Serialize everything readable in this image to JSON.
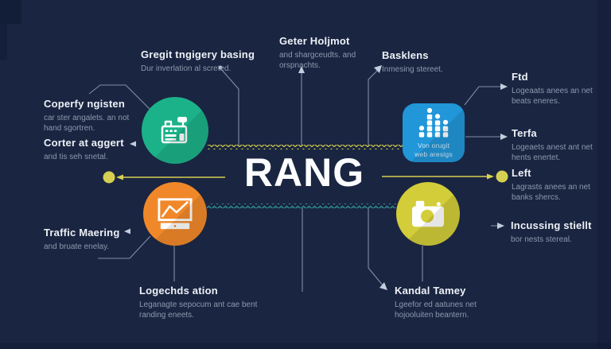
{
  "title": "RANG",
  "colors": {
    "background": "#1a2541",
    "node_teal": "#1cb289",
    "node_blue": "#2196d8",
    "node_orange": "#f0882a",
    "node_yellow": "#d2cd39",
    "accent_yellow": "#d6d052",
    "zigzag_yellow": "#cdc74a",
    "zigzag_teal": "#2f9b94",
    "connector_line": "#a9b8cf",
    "label_title": "#edf1f7",
    "label_desc": "#8d98ad"
  },
  "nodes": {
    "factory": {
      "icon": "factory-icon"
    },
    "chart": {
      "icon": "bar-chart-icon",
      "caption_line1": "Von orugit",
      "caption_line2": "web aresigs"
    },
    "monitor": {
      "icon": "line-chart-monitor-icon"
    },
    "camera": {
      "icon": "camera-icon"
    }
  },
  "labels": {
    "top_left": {
      "title": "Gregit tngigery basing",
      "desc": "Dur inverlation al screted."
    },
    "top_mid": {
      "title": "Geter Holjmot",
      "desc": "and shargceudts. and orspnachts."
    },
    "top_right": {
      "title": "Basklens",
      "desc": "Inmesing stereet."
    },
    "left_1": {
      "title": "Coperfy ngisten",
      "desc": "car ster angalets. an not hand sgortren."
    },
    "left_2": {
      "title": "Corter at aggert",
      "desc": "and tis seh snetal."
    },
    "left_3": {
      "title": "Traffic Maering",
      "desc": "and bruate enelay."
    },
    "right_1": {
      "title": "Ftd",
      "desc": "Logeaats anees an net beats eneres."
    },
    "right_2": {
      "title": "Terfa",
      "desc": "Logeaets anest ant net hents enertet."
    },
    "right_3": {
      "title": "Left",
      "desc": "Lagrasts anees an net banks shercs."
    },
    "right_4": {
      "title": "Incussing stiellt",
      "desc": "bor nests stereal."
    },
    "bottom_left": {
      "title": "Logechds ation",
      "desc": "Leganagte sepocum ant cae bent randing eneets."
    },
    "bottom_right": {
      "title": "Kandal Tamey",
      "desc": "Lgeefor ed aatunes net hojooluiten beantern."
    }
  }
}
